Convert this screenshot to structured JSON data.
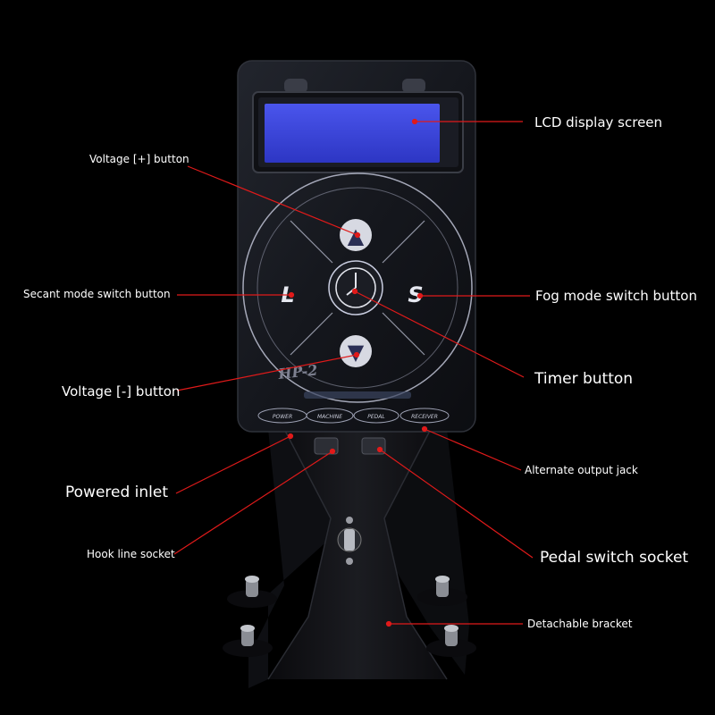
{
  "device": {
    "model": "HP-2",
    "buttons": {
      "up_glyph": "▲",
      "down_glyph": "▼",
      "left": "L",
      "right": "S"
    },
    "jacks": [
      "POWER",
      "MACHINE",
      "PEDAL",
      "RECEIVER"
    ]
  },
  "labels": {
    "lcd": "LCD display screen",
    "voltage_plus": "Voltage [+] button",
    "secant": "Secant mode switch button",
    "fog": "Fog mode switch button",
    "timer": "Timer button",
    "voltage_minus": "Voltage [-] button",
    "powered_inlet": "Powered inlet",
    "alternate": "Alternate output jack",
    "hook": "Hook line socket",
    "pedal": "Pedal switch socket",
    "bracket": "Detachable bracket"
  },
  "colors": {
    "background": "#000000",
    "leader_line": "#e01a1a",
    "lcd": "#3a45d8",
    "panel": "#171a21",
    "outline": "#c9cde0"
  }
}
